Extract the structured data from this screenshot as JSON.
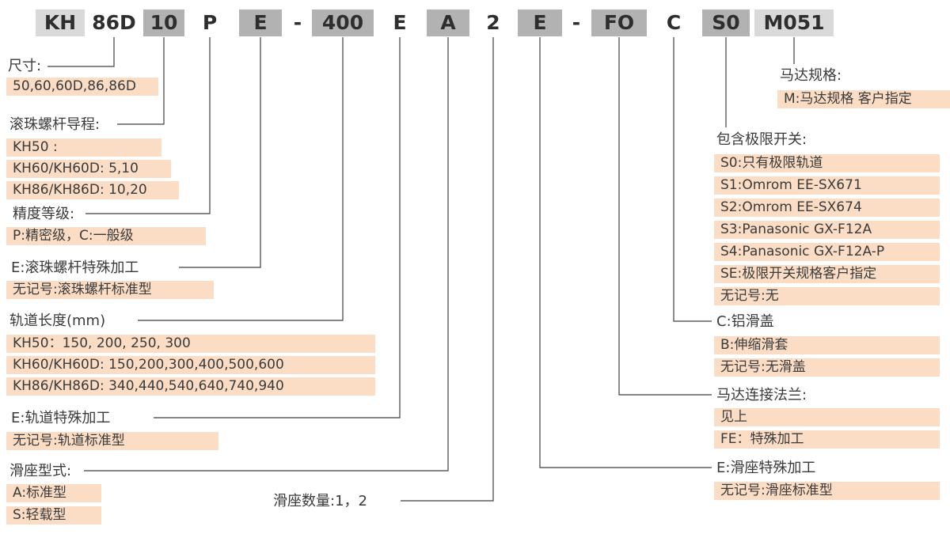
{
  "code": {
    "segments": [
      "KH",
      "86D",
      "10",
      "P",
      "E",
      "-",
      "400",
      "E",
      "A",
      "2",
      "E",
      "-",
      "FO",
      "C",
      "S0",
      "M051"
    ]
  },
  "annotations": {
    "size": {
      "title": "尺寸:",
      "items": [
        "50,60,60D,86,86D"
      ]
    },
    "ball_screw_lead": {
      "title": "滚珠螺杆导程:",
      "items": [
        "KH50 :",
        "KH60/KH60D: 5,10",
        "KH86/KH86D: 10,20"
      ]
    },
    "accuracy": {
      "title": "精度等级:",
      "items": [
        "P:精密级，C:一般级"
      ]
    },
    "screw_special": {
      "title": "E:滚珠螺杆特殊加工",
      "items": [
        "无记号:滚珠螺杆标准型"
      ]
    },
    "rail_length": {
      "title": "轨道长度(mm)",
      "items": [
        "KH50：150, 200, 250, 300",
        "KH60/KH60D: 150,200,300,400,500,600",
        "KH86/KH86D: 340,440,540,640,740,940"
      ]
    },
    "rail_special": {
      "title": "E:轨道特殊加工",
      "items": [
        "无记号:轨道标准型"
      ]
    },
    "slider_type": {
      "title": "滑座型式:",
      "items": [
        "A:标准型",
        "S:轻载型"
      ]
    },
    "slider_qty": {
      "title": "滑座数量:1，2"
    },
    "motor_spec": {
      "title": "马达规格:",
      "items": [
        "M:马达规格  客户指定"
      ]
    },
    "limit_switch": {
      "title": "包含极限开关:",
      "items": [
        "S0:只有极限轨道",
        "S1:Omrom EE-SX671",
        "S2:Omrom EE-SX674",
        "S3:Panasonic GX-F12A",
        "S4:Panasonic GX-F12A-P",
        "SE:极限开关规格客户指定",
        "无记号:无"
      ]
    },
    "cover": {
      "title": "C:铝滑盖",
      "items": [
        "B:伸缩滑套",
        "无记号:无滑盖"
      ]
    },
    "flange": {
      "title": "马达连接法兰:",
      "items": [
        "见上",
        "FE：特殊加工"
      ]
    },
    "slider_special": {
      "title": "E:滑座特殊加工",
      "items": [
        "无记号:滑座标准型"
      ]
    }
  },
  "colors": {
    "highlight": "#fbddc5",
    "segment_light": "#d9d9d9",
    "segment_gray": "#b2b2b2",
    "line": "#3f3f3f"
  }
}
